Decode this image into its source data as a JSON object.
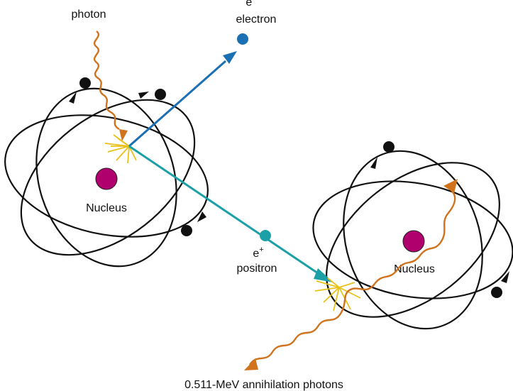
{
  "labels": {
    "photon": "photon",
    "electron_symbol": "e",
    "electron_sup": "−",
    "electron": "electron",
    "positron_symbol": "e",
    "positron_sup": "+",
    "positron": "positron",
    "nucleus_left": "Nucleus",
    "nucleus_right": "Nucleus",
    "annihilation": "0.511-MeV annihilation photons"
  },
  "colors": {
    "orbit": "#111111",
    "nucleus": "#b0006e",
    "photon": "#d0731c",
    "electron_path": "#1b6fb3",
    "positron_path": "#1aa0a6",
    "burst": "#e8c21a"
  },
  "icons": {
    "incoming_photon": "wavy-arrow",
    "annihilation_photons": "wavy-double-arrow",
    "interaction": "starburst"
  }
}
